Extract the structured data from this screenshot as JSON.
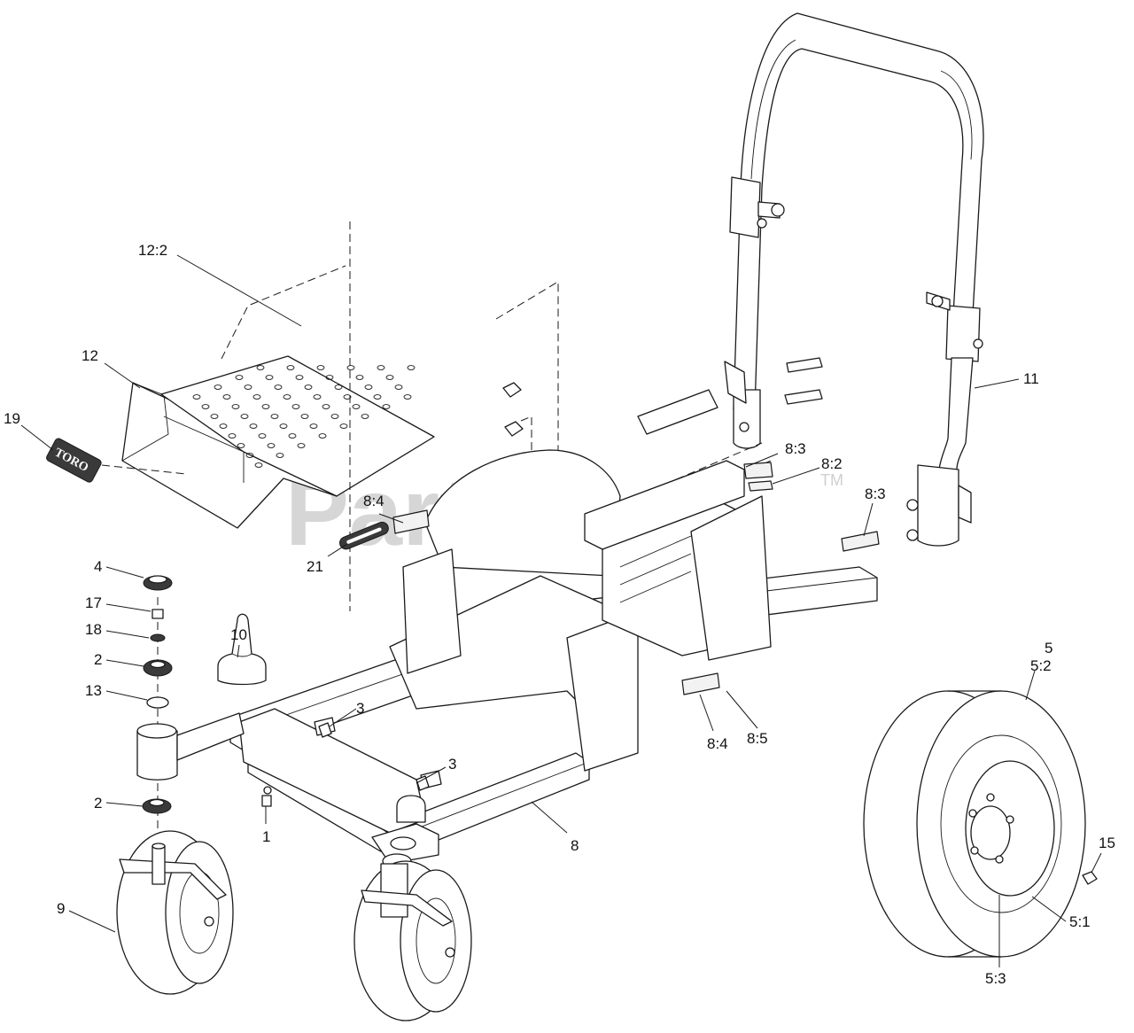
{
  "watermark": {
    "text": "PartsTree",
    "mark": "TM"
  },
  "logo": {
    "text": "TORO"
  },
  "callouts": [
    {
      "id": "c-12-2",
      "label": "12:2"
    },
    {
      "id": "c-12",
      "label": "12"
    },
    {
      "id": "c-19",
      "label": "19"
    },
    {
      "id": "c-8-4-upper",
      "label": "8:4"
    },
    {
      "id": "c-21",
      "label": "21"
    },
    {
      "id": "c-4",
      "label": "4"
    },
    {
      "id": "c-17",
      "label": "17"
    },
    {
      "id": "c-18",
      "label": "18"
    },
    {
      "id": "c-2-upper",
      "label": "2"
    },
    {
      "id": "c-13",
      "label": "13"
    },
    {
      "id": "c-10",
      "label": "10"
    },
    {
      "id": "c-3-upper",
      "label": "3"
    },
    {
      "id": "c-3-lower",
      "label": "3"
    },
    {
      "id": "c-2-lower",
      "label": "2"
    },
    {
      "id": "c-1",
      "label": "1"
    },
    {
      "id": "c-8",
      "label": "8"
    },
    {
      "id": "c-9",
      "label": "9"
    },
    {
      "id": "c-11",
      "label": "11"
    },
    {
      "id": "c-8-3-upper",
      "label": "8:3"
    },
    {
      "id": "c-8-2",
      "label": "8:2"
    },
    {
      "id": "c-8-3-right",
      "label": "8:3"
    },
    {
      "id": "c-8-4-lower",
      "label": "8:4"
    },
    {
      "id": "c-8-5",
      "label": "8:5"
    },
    {
      "id": "c-5",
      "label": "5"
    },
    {
      "id": "c-5-2",
      "label": "5:2"
    },
    {
      "id": "c-15",
      "label": "15"
    },
    {
      "id": "c-5-1",
      "label": "5:1"
    },
    {
      "id": "c-5-3",
      "label": "5:3"
    }
  ]
}
